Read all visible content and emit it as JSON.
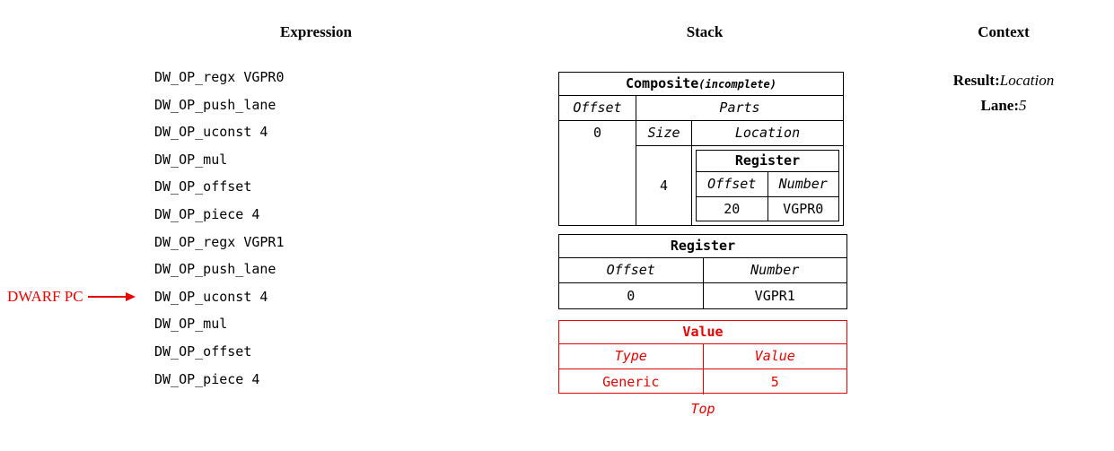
{
  "colors": {
    "red": "#e60000",
    "black": "#000000",
    "background": "#ffffff"
  },
  "expression": {
    "title": "Expression",
    "ops": [
      "DW_OP_regx VGPR0",
      "DW_OP_push_lane",
      "DW_OP_uconst 4",
      "DW_OP_mul",
      "DW_OP_offset",
      "DW_OP_piece 4",
      "DW_OP_regx VGPR1",
      "DW_OP_push_lane",
      "DW_OP_uconst 4",
      "DW_OP_mul",
      "DW_OP_offset",
      "DW_OP_piece 4"
    ],
    "pc_label": "DWARF PC",
    "pc_points_to_index": 8
  },
  "stack": {
    "title": "Stack",
    "composite": {
      "title": "Composite",
      "subtitle": "(incomplete)",
      "offset_header": "Offset",
      "parts_header": "Parts",
      "offset_value": "0",
      "size_header": "Size",
      "location_header": "Location",
      "size_value": "4",
      "nested_register": {
        "title": "Register",
        "offset_header": "Offset",
        "number_header": "Number",
        "offset_value": "20",
        "number_value": "VGPR0"
      }
    },
    "register": {
      "title": "Register",
      "offset_header": "Offset",
      "number_header": "Number",
      "offset_value": "0",
      "number_value": "VGPR1"
    },
    "value": {
      "title": "Value",
      "type_header": "Type",
      "value_header": "Value",
      "type_value": "Generic",
      "value_value": "5"
    },
    "top_label": "Top"
  },
  "context": {
    "title": "Context",
    "result_label": "Result:",
    "result_value": "Location",
    "lane_label": "Lane:",
    "lane_value": "5"
  }
}
